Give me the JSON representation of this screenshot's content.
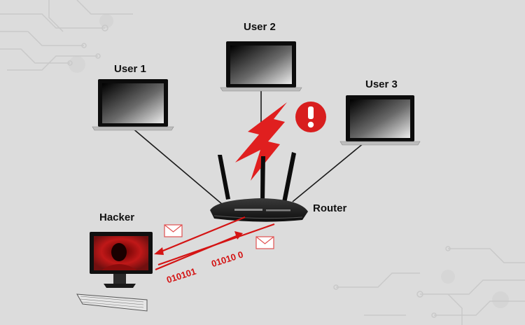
{
  "nodes": {
    "user1": "User 1",
    "user2": "User 2",
    "user3": "User 3",
    "router": "Router",
    "hacker": "Hacker"
  },
  "traffic": {
    "bits_outgoing": "010101",
    "bits_incoming": "01010 0"
  },
  "colors": {
    "attack": "#d41414",
    "alert": "#d81e1e",
    "background": "#dcdcdc"
  },
  "icons": [
    "laptop-icon",
    "router-icon",
    "lightning-bolt-icon",
    "alert-icon",
    "envelope-icon",
    "hacker-monitor-icon",
    "keyboard-icon",
    "circuit-decoration"
  ]
}
